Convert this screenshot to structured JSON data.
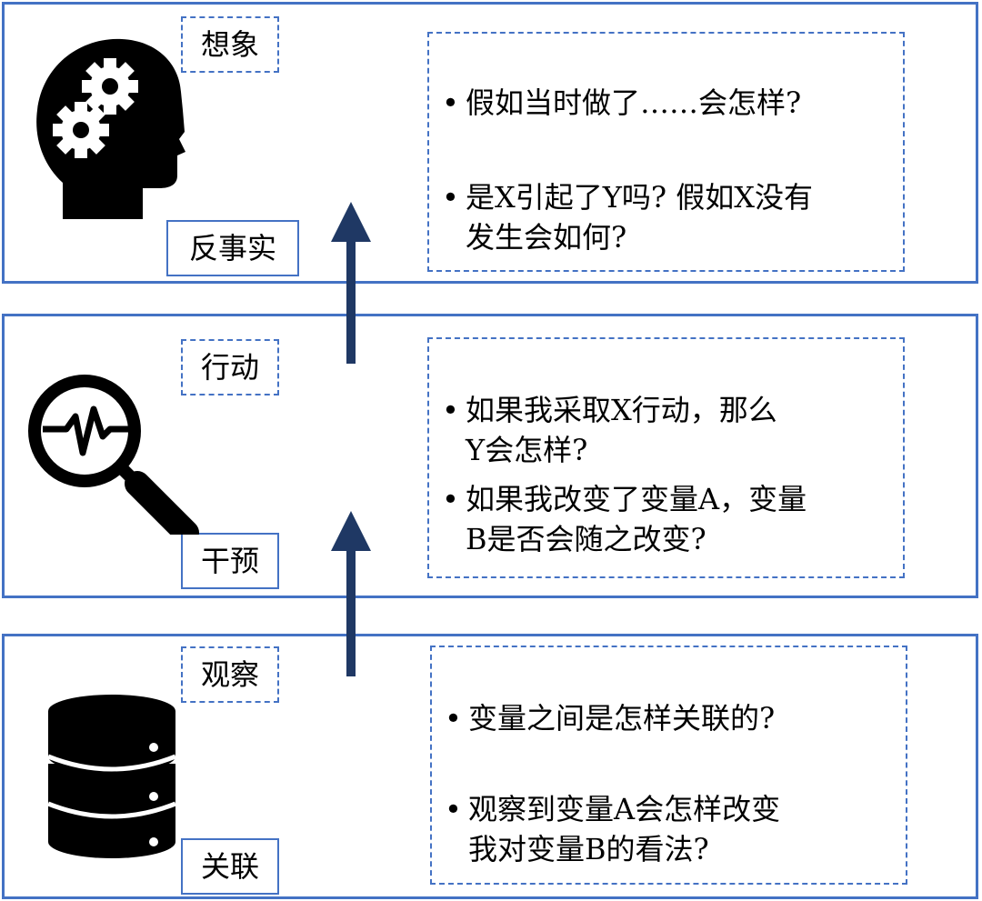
{
  "accent_color": "#4472C4",
  "arrow_color": "#1F3864",
  "levels": [
    {
      "id": "imagination",
      "rung_label": "想象",
      "level_label": "反事实",
      "icon": "head-gears-icon",
      "questions": [
        {
          "lines": [
            "假如当时做了……会怎样?"
          ]
        },
        {
          "lines": [
            "是X引起了Y吗? 假如X没有",
            "发生会如何?"
          ]
        }
      ]
    },
    {
      "id": "action",
      "rung_label": "行动",
      "level_label": "干预",
      "icon": "magnifier-pulse-icon",
      "questions": [
        {
          "lines": [
            "如果我采取X行动，那么",
            "Y会怎样?"
          ]
        },
        {
          "lines": [
            "如果我改变了变量A，变量",
            "B是否会随之改变?"
          ]
        }
      ]
    },
    {
      "id": "observation",
      "rung_label": "观察",
      "level_label": "关联",
      "icon": "database-icon",
      "questions": [
        {
          "lines": [
            "变量之间是怎样关联的?"
          ]
        },
        {
          "lines": [
            "观察到变量A会怎样改变",
            "我对变量B的看法?"
          ]
        }
      ]
    }
  ],
  "bullet_char": "•"
}
